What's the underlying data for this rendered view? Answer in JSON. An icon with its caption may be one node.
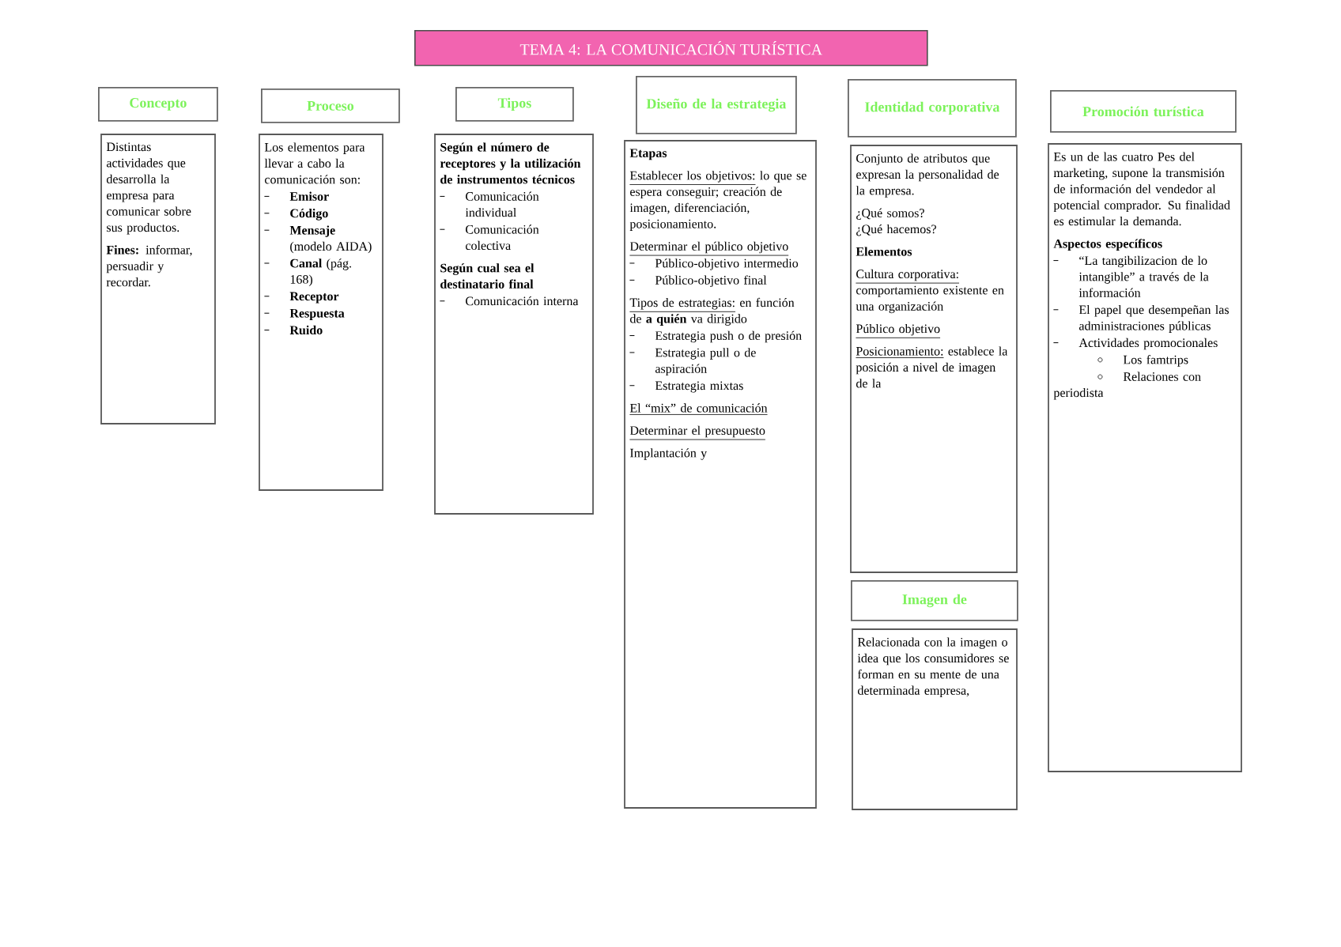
{
  "diagram": {
    "title": "TEMA 4: LA COMUNICACIÓN TURÍSTICA",
    "nodes": [
      {
        "text": [
          "Concepto"
        ]
      },
      {
        "text": [
          "Distintas actividades que desarrolla la empresa para comunicar sobre sus productos.",
          "**Fines:** informar, persuadir y recordar."
        ]
      },
      {
        "text": [
          "Proceso"
        ]
      },
      {
        "text": [
          "Los elementos para llevar a cabo la comunicación son:",
          "Emisor",
          "Código",
          "**Mensaje** (modelo AIDA)",
          "**Canal** (pág. 168)",
          "Receptor",
          "Respuesta",
          "Ruido"
        ]
      },
      {
        "text": [
          "Tipos"
        ]
      },
      {
        "text": [
          "Según el número de receptores y la utilización de instrumentos técnicos",
          "Comunicación individual",
          "Comunicación colectiva",
          "Según cual sea el destinatario final",
          "Comunicación interna"
        ]
      },
      {
        "text": [
          "Diseño de la estrategia"
        ]
      },
      {
        "text": [
          "Etapas",
          "Establecer los objetivos:",
          "lo que se espera conseguir; creación de imagen, diferenciación, posicionamiento.",
          "Determinar el público objetivo",
          "Público-objetivo intermedio",
          "Público-objetivo final",
          "Tipos de estrategias:",
          "en función de **a quién** va dirigido",
          "Estrategia push o de presión",
          "Estrategia pull o de aspiración",
          "Estrategia mixtas",
          "El “mix” de comunicación",
          "Determinar el presupuesto",
          "Implantación y"
        ]
      },
      {
        "text": [
          "Identidad corporativa"
        ]
      },
      {
        "text": [
          "Conjunto de atributos que expresan la personalidad de la empresa.",
          "¿Qué somos?",
          "¿Qué hacemos?",
          "Elementos",
          "Cultura corporativa:",
          "comportamiento existente en una organización",
          "Público objetivo",
          "Posicionamiento:",
          "establece la posición a nivel de imagen de la"
        ]
      },
      {
        "text": [
          "Imagen de"
        ]
      },
      {
        "text": [
          "Relacionada con la imagen o idea que los consumidores se forman en su mente de una determinada empresa,"
        ]
      },
      {
        "text": [
          "Promoción turística"
        ]
      },
      {
        "text": [
          "Es un de las cuatro Pes del marketing, supone la transmisión de información del vendedor al potencial comprador. Su finalidad es estimular la demanda.",
          "Aspectos específicos",
          "“La tangibilizacion de lo intangible” a través de la información",
          "El papel que desempeñan las administraciones públicas",
          "Actividades promocionales",
          "Los famtrips",
          "Relaciones con periodista"
        ]
      }
    ]
  }
}
